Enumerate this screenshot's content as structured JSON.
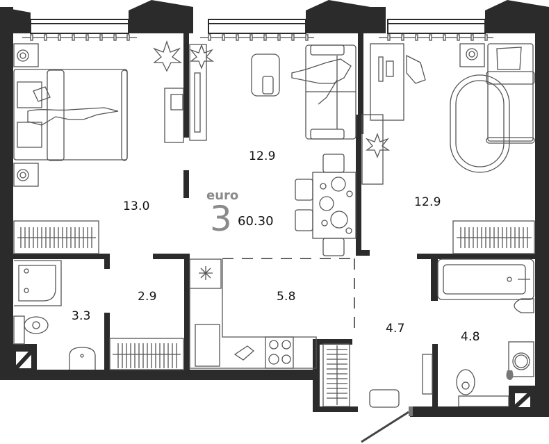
{
  "plan": {
    "type": "apartment-floor-plan",
    "class_label": "euro",
    "rooms_count": "3",
    "total_area": "60.30",
    "colors": {
      "wall": "#2b2b2b",
      "furniture_stroke": "#555555",
      "accent_grey": "#8a8a8a",
      "background": "#ffffff"
    }
  },
  "rooms": [
    {
      "name": "bedroom-left",
      "area": "13.0"
    },
    {
      "name": "living-room",
      "area": "12.9"
    },
    {
      "name": "bedroom-right",
      "area": "12.9"
    },
    {
      "name": "bathroom-left",
      "area": "3.3"
    },
    {
      "name": "hallway-left",
      "area": "2.9"
    },
    {
      "name": "kitchen",
      "area": "5.8"
    },
    {
      "name": "entrance-hall",
      "area": "4.7"
    },
    {
      "name": "bathroom-right",
      "area": "4.8"
    }
  ]
}
